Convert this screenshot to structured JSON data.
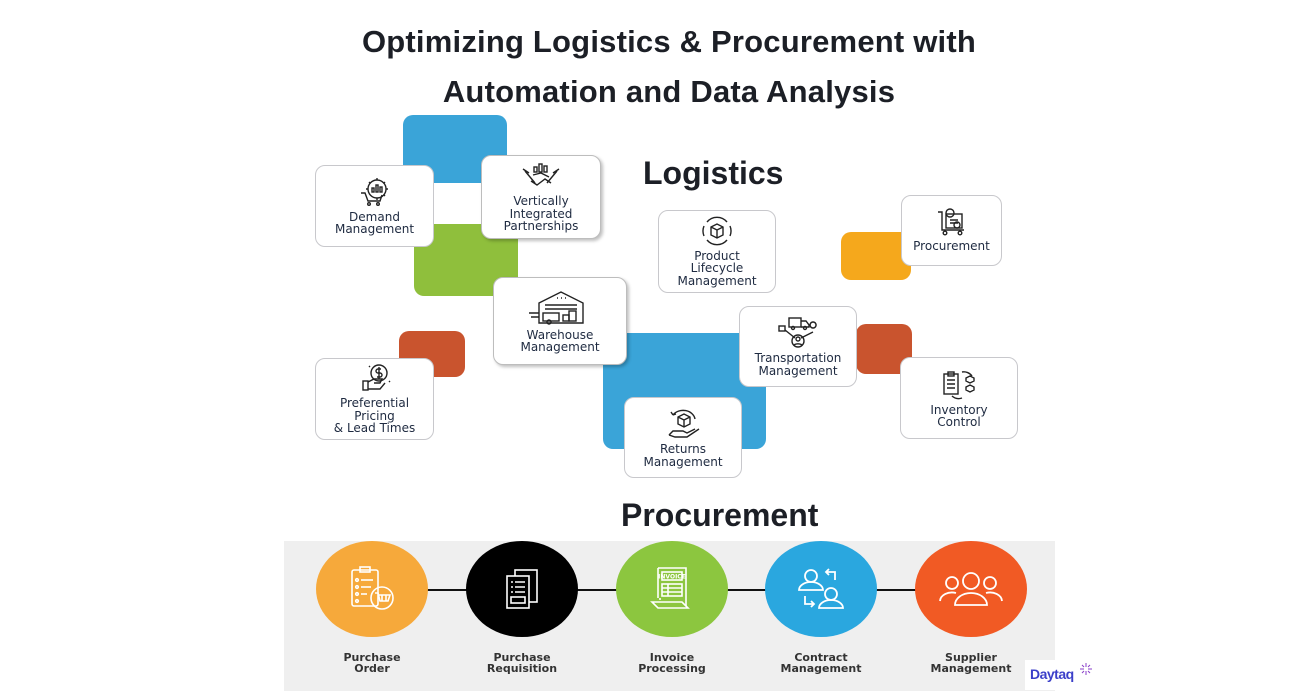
{
  "title": {
    "line1": "Optimizing Logistics & Procurement with",
    "line2": "Automation and Data Analysis"
  },
  "logistics": {
    "heading": "Logistics",
    "cards": [
      {
        "label": "Demand\nManagement",
        "icon": "cart-gear-chart-icon"
      },
      {
        "label": "Vertically\nIntegrated\nPartnerships",
        "icon": "handshake-chart-icon"
      },
      {
        "label": "Product\nLifecycle\nManagement",
        "icon": "box-cycle-icon"
      },
      {
        "label": "Procurement",
        "icon": "cart-invoice-icon"
      },
      {
        "label": "Warehouse\nManagement",
        "icon": "warehouse-truck-icon"
      },
      {
        "label": "Transportation\nManagement",
        "icon": "truck-route-icon"
      },
      {
        "label": "Preferential\nPricing\n& Lead Times",
        "icon": "hand-dollar-icon"
      },
      {
        "label": "Inventory\nControl",
        "icon": "clipboard-boxes-icon"
      },
      {
        "label": "Returns\nManagement",
        "icon": "hand-box-return-icon"
      }
    ],
    "colors": {
      "blue": "#3aa4d8",
      "green": "#8fbf3c",
      "orange": "#f5a81c",
      "rust": "#c9542e"
    }
  },
  "procurement": {
    "heading": "Procurement",
    "steps": [
      {
        "label": "Purchase\nOrder",
        "color": "#f6a93b",
        "icon": "clipboard-cart-icon"
      },
      {
        "label": "Purchase\nRequisition",
        "color": "#000000",
        "icon": "documents-icon"
      },
      {
        "label": "Invoice\nProcessing",
        "color": "#8cc63f",
        "icon": "invoice-icon",
        "icon_text": "INVOICE"
      },
      {
        "label": "Contract\nManagement",
        "color": "#2aa7df",
        "icon": "user-exchange-icon"
      },
      {
        "label": "Supplier\nManagement",
        "color": "#f15a24",
        "icon": "group-users-icon"
      }
    ]
  },
  "brand": {
    "logo_text": "Daytaq"
  }
}
